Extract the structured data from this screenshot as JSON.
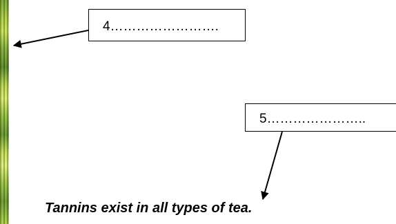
{
  "labels": {
    "label_4": "4…………………….",
    "label_5": "5………………….."
  },
  "caption": "Tannins exist in all types of tea."
}
